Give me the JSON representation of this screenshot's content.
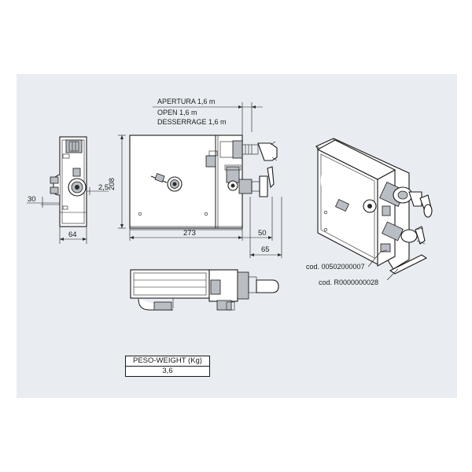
{
  "labels": {
    "opening_it": "APERTURA 1,6 m",
    "opening_en": "OPEN 1,6 m",
    "opening_fr": "DESSERRAGE 1,6 m",
    "code_a": "cod. 00502000007",
    "code_b": "cod. R0000000028"
  },
  "dimensions": {
    "side_offset": "30",
    "side_gap": "2,5",
    "side_width": "64",
    "height": "208",
    "length": "273",
    "valve_offset": "50",
    "valve_total": "65"
  },
  "weight_table": {
    "header": "PESO-WEIGHT (Kg)",
    "value": "3,6"
  }
}
